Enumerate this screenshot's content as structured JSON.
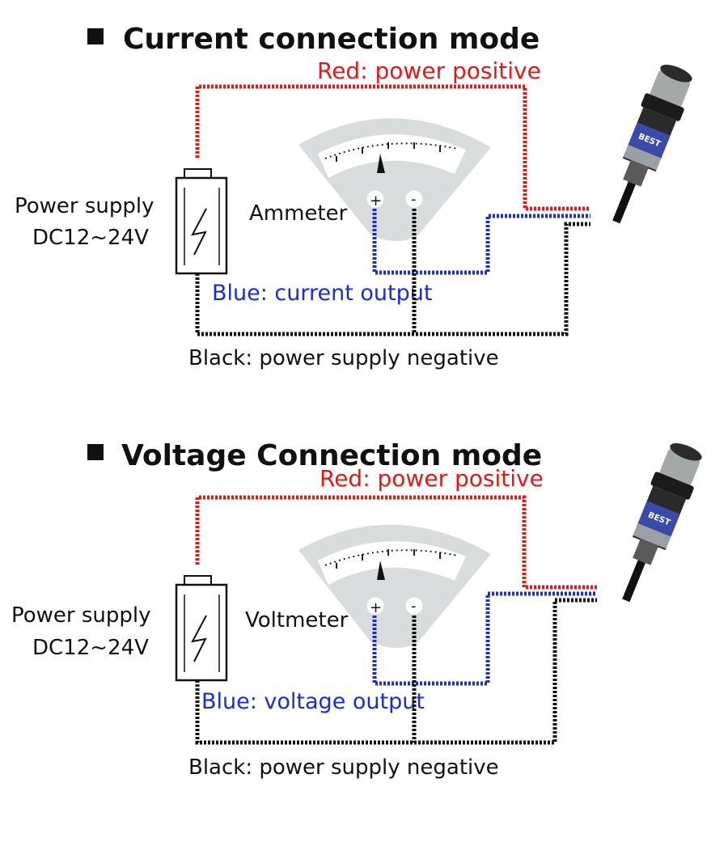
{
  "panels": [
    {
      "title": "Current connection mode",
      "red_label": "Red: power positive",
      "power_label_1": "Power supply",
      "power_label_2": "DC12~24V",
      "meter_label": "Ammeter",
      "plus": "+",
      "minus": "-",
      "blue_label": "Blue: current output",
      "black_label": "Black: power supply negative",
      "sensor_brand": "BEST"
    },
    {
      "title": "Voltage Connection mode",
      "red_label": "Red: power positive",
      "power_label_1": "Power supply",
      "power_label_2": "DC12~24V",
      "meter_label": "Voltmeter",
      "plus": "+",
      "minus": "-",
      "blue_label": "Blue: voltage output",
      "black_label": "Black: power supply negative",
      "sensor_brand": "BEST"
    }
  ],
  "colors": {
    "red_wire": "#e01919",
    "blue_wire": "#1b2bd6",
    "black_wire": "#111111",
    "meter_face": "#d9dcdc"
  }
}
